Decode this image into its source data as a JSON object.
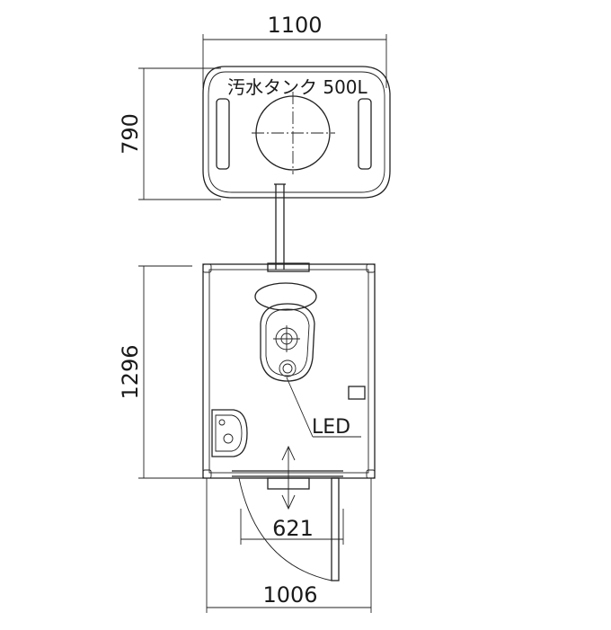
{
  "dimensions": {
    "tank_width": "1100",
    "tank_depth": "790",
    "cabin_depth": "1296",
    "door_width": "621",
    "cabin_width": "1006"
  },
  "labels": {
    "tank": "汚水タンク 500L",
    "led": "LED"
  }
}
